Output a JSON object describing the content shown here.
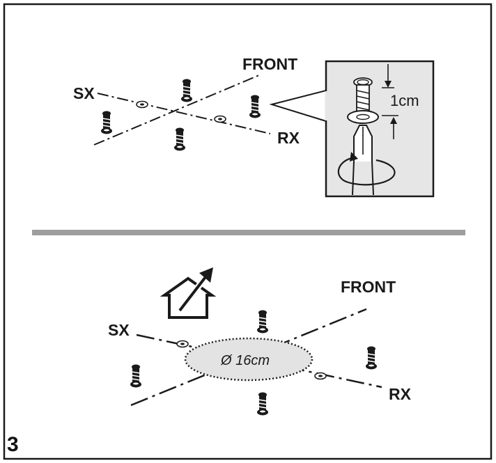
{
  "step_number": "3",
  "top": {
    "label_front": "FRONT",
    "label_left": "SX",
    "label_right": "RX",
    "inset_distance": "1cm"
  },
  "bottom": {
    "label_front": "FRONT",
    "label_left": "SX",
    "label_right": "RX",
    "hole_diameter": "Ø 16cm"
  },
  "icons": {
    "screw": "screw-icon",
    "washer": "washer-icon",
    "house": "house-exhaust-icon",
    "screwdriver": "screwdriver-icon"
  },
  "colors": {
    "line": "#1a1a1a",
    "divider": "#9e9e9e",
    "hole_fill": "#e3e3e3",
    "inset_bg": "#e6e6e6"
  }
}
